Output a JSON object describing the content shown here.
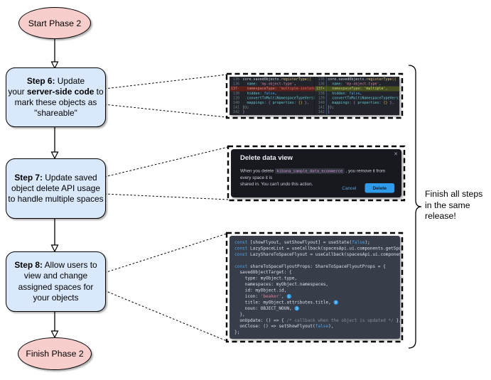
{
  "flowchart": {
    "start_label": "Start Phase 2",
    "finish_label": "Finish Phase 2",
    "steps": [
      {
        "lines": [
          [
            {
              "t": "Step 6:",
              "b": true
            },
            {
              "t": " Update"
            }
          ],
          [
            {
              "t": "your "
            },
            {
              "t": "server-side code",
              "b": true
            },
            {
              "t": " to"
            }
          ],
          [
            {
              "t": "mark these objects as"
            }
          ],
          [
            {
              "t": "\"shareable\""
            }
          ]
        ]
      },
      {
        "lines": [
          [
            {
              "t": "Step 7:",
              "b": true
            },
            {
              "t": " Update saved"
            }
          ],
          [
            {
              "t": "object delete API usage"
            }
          ],
          [
            {
              "t": "to handle multiple spaces"
            }
          ]
        ]
      },
      {
        "lines": [
          [
            {
              "t": "Step 8:",
              "b": true
            },
            {
              "t": " Allow users to"
            }
          ],
          [
            {
              "t": "view and change"
            }
          ],
          [
            {
              "t": "assigned spaces for"
            }
          ],
          [
            {
              "t": "your objects"
            }
          ]
        ]
      }
    ],
    "note": "Finish all steps\nin the same\nrelease!"
  },
  "colors": {
    "node_blue": "#dae8fc",
    "node_pink": "#f8cecc",
    "button_blue": "#2f9ceb",
    "diff_removed_bg": "#5c201d",
    "diff_added_bg": "#474e1f"
  },
  "diff_screenshot": {
    "left_rows": [
      {
        "n": "135",
        "type": "ctx",
        "seg": [
          {
            "t": "core.savedObjects.",
            "c": "d"
          },
          {
            "t": "registerType",
            "c": "fn"
          },
          {
            "t": "({",
            "c": "br"
          }
        ]
      },
      {
        "n": "136",
        "type": "ctx",
        "seg": [
          {
            "t": "  name: ",
            "c": "k"
          },
          {
            "t": "'my-object-type'",
            "c": "s"
          },
          {
            "t": ",",
            "c": "d"
          }
        ]
      },
      {
        "n": "137-",
        "type": "del",
        "seg": [
          {
            "t": "  namespaceType: ",
            "c": "delk"
          },
          {
            "t": "'multiple-isolated'",
            "c": "dels"
          },
          {
            "t": ",",
            "c": "deld"
          }
        ]
      },
      {
        "n": "138",
        "type": "ctx",
        "seg": [
          {
            "t": "  hidden: ",
            "c": "k"
          },
          {
            "t": "false",
            "c": "kw"
          },
          {
            "t": ",",
            "c": "d"
          }
        ]
      },
      {
        "n": "139",
        "type": "ctx",
        "seg": [
          {
            "t": "  convertToMultiNamespaceTypeVersion: ",
            "c": "k"
          },
          {
            "t": "'",
            "c": "s"
          }
        ]
      },
      {
        "n": "140",
        "type": "ctx",
        "seg": [
          {
            "t": "  mappings: ",
            "c": "k"
          },
          {
            "t": "{ ",
            "c": "pu"
          },
          {
            "t": "properties: ",
            "c": "k"
          },
          {
            "t": "{}",
            "c": "br"
          },
          {
            "t": " },",
            "c": "pu"
          }
        ]
      },
      {
        "n": "141",
        "type": "ctx",
        "seg": [
          {
            "t": "});",
            "c": "d"
          }
        ]
      },
      {
        "n": "142",
        "type": "ctx",
        "seg": [
          {
            "t": "}",
            "c": "pu"
          }
        ]
      }
    ],
    "right_rows": [
      {
        "n": "135",
        "type": "ctx",
        "seg": [
          {
            "t": "core.savedObjects.",
            "c": "d"
          },
          {
            "t": "registerType",
            "c": "fn"
          },
          {
            "t": "({",
            "c": "br"
          }
        ]
      },
      {
        "n": "136",
        "type": "ctx",
        "seg": [
          {
            "t": "  name: ",
            "c": "k"
          },
          {
            "t": "'my-object-type'",
            "c": "s"
          },
          {
            "t": ",",
            "c": "d"
          }
        ]
      },
      {
        "n": "137+",
        "type": "add",
        "seg": [
          {
            "t": "  namespaceType: ",
            "c": "addk"
          },
          {
            "t": "'multiple'",
            "c": "adds"
          },
          {
            "t": ",",
            "c": "addd"
          }
        ]
      },
      {
        "n": "138",
        "type": "ctx",
        "seg": [
          {
            "t": "  hidden: ",
            "c": "k"
          },
          {
            "t": "false",
            "c": "kw"
          },
          {
            "t": ",",
            "c": "d"
          }
        ]
      },
      {
        "n": "139",
        "type": "ctx",
        "seg": [
          {
            "t": "  convertToMultiNamespaceTypeVersion: ",
            "c": "k"
          },
          {
            "t": "'",
            "c": "s"
          }
        ]
      },
      {
        "n": "140",
        "type": "ctx",
        "seg": [
          {
            "t": "  mappings: ",
            "c": "k"
          },
          {
            "t": "{ ",
            "c": "pu"
          },
          {
            "t": "properties: ",
            "c": "k"
          },
          {
            "t": "{}",
            "c": "br"
          },
          {
            "t": " },",
            "c": "pu"
          }
        ]
      },
      {
        "n": "141",
        "type": "ctx",
        "seg": [
          {
            "t": "});",
            "c": "d"
          }
        ]
      },
      {
        "n": "142",
        "type": "ctx",
        "seg": [
          {
            "t": "}",
            "c": "pu"
          }
        ]
      }
    ]
  },
  "modal_screenshot": {
    "title": "Delete data view",
    "close_icon": "✕",
    "body_lines": [
      [
        {
          "t": "When you delete "
        },
        {
          "t": "kibana_sample_data_ecommerce",
          "c": "code"
        },
        {
          "t": " , you remove it from every space it is"
        }
      ],
      [
        {
          "t": "shared in. You can't undo this action."
        }
      ]
    ],
    "cancel_label": "Cancel",
    "delete_label": "Delete"
  },
  "code_screenshot": {
    "lines": [
      [
        {
          "t": "const ",
          "c": "kw"
        },
        {
          "t": "[showFlyout, setShowFlyout] = useState(",
          "c": "d"
        },
        {
          "t": "false",
          "c": "kw"
        },
        {
          "t": ");",
          "c": "d"
        }
      ],
      [
        {
          "t": "const ",
          "c": "kw"
        },
        {
          "t": "LazySpaceList = useCallback(spacesApi.ui.components.getSpaceList",
          "c": "d"
        }
      ],
      [
        {
          "t": "const ",
          "c": "kw"
        },
        {
          "t": "LazyShareToSpaceFlyout = useCallback(spacesApi.ui.components.getShareToSpaceFlyout",
          "c": "d"
        }
      ],
      [],
      [
        {
          "t": "const ",
          "c": "kw"
        },
        {
          "t": "shareToSpaceFlyoutProps: ShareToSpaceFlyoutProps = {",
          "c": "d"
        }
      ],
      [
        {
          "t": "  savedObjectTarget: {",
          "c": "d"
        }
      ],
      [
        {
          "t": "    type: myObject.type,",
          "c": "d"
        }
      ],
      [
        {
          "t": "    namespaces: myObject.namespaces,",
          "c": "d"
        }
      ],
      [
        {
          "t": "    id: myObject.id,",
          "c": "d"
        }
      ],
      [
        {
          "t": "    icon: ",
          "c": "d"
        },
        {
          "t": "'beaker'",
          "c": "s"
        },
        {
          "t": ", ",
          "c": "d"
        },
        {
          "t": "1",
          "c": "num"
        }
      ],
      [
        {
          "t": "    title: myObject.attributes.title, ",
          "c": "d"
        },
        {
          "t": "2",
          "c": "num"
        }
      ],
      [
        {
          "t": "    noun: OBJECT_NOUN, ",
          "c": "d"
        },
        {
          "t": "3",
          "c": "num"
        }
      ],
      [
        {
          "t": "  },",
          "c": "d"
        }
      ],
      [
        {
          "t": "  onUpdate: () => { ",
          "c": "d"
        },
        {
          "t": "/* callback when the object is updated */",
          "c": "cm"
        },
        {
          "t": " },",
          "c": "d"
        }
      ],
      [
        {
          "t": "  onClose: () => setShowFlyout(",
          "c": "d"
        },
        {
          "t": "false",
          "c": "kw"
        },
        {
          "t": "),",
          "c": "d"
        }
      ],
      [
        {
          "t": "};",
          "c": "d"
        }
      ]
    ]
  }
}
